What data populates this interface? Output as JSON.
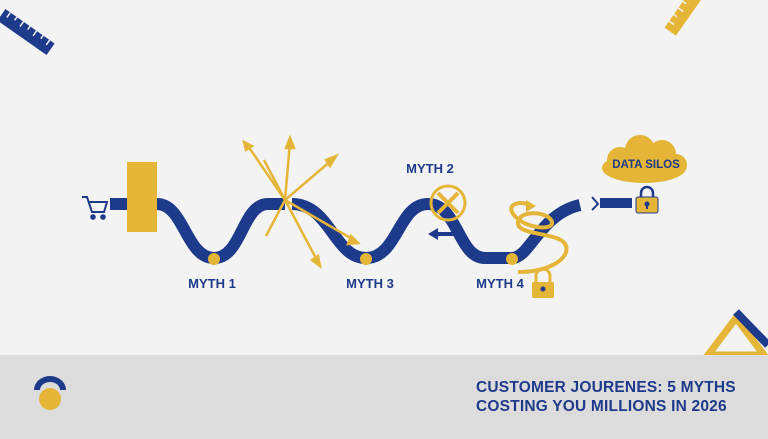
{
  "diagram": {
    "myth_labels": [
      "MYTH 1",
      "MYTH 2",
      "MYTH 3",
      "MYTH 4"
    ],
    "cloud_label": "DATA SILOS"
  },
  "footer": {
    "title_line1": "CUSTOMER JOURENES: 5 MYTHS",
    "title_line2": "COSTING YOU MILLIONS IN 2026"
  },
  "colors": {
    "navy": "#1e3a8a",
    "gold": "#e4b537",
    "background": "#f3f3f3",
    "footer_band": "#dcdcdc"
  }
}
